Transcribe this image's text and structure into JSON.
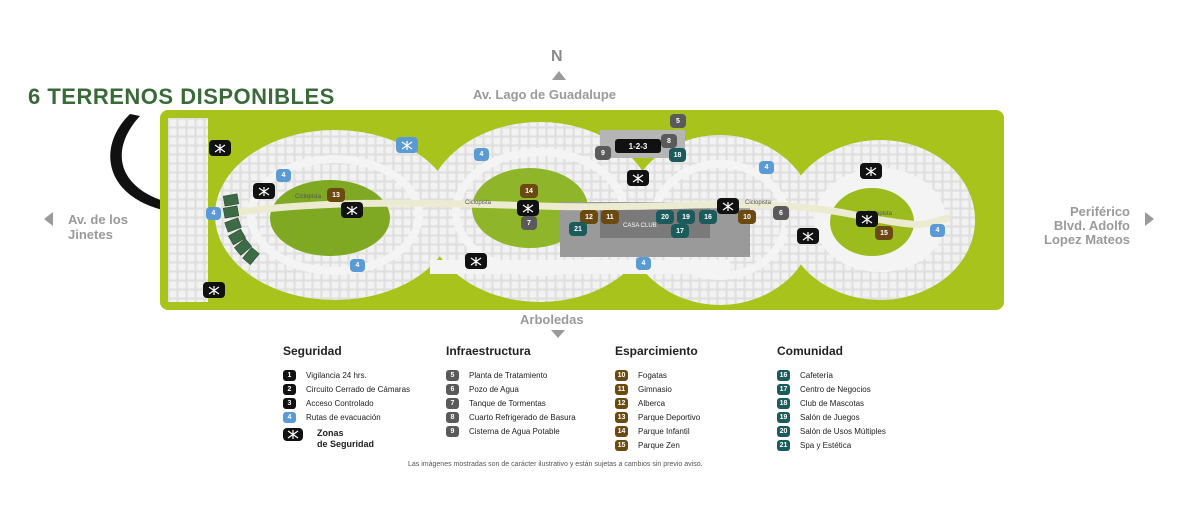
{
  "headline": "6 TERRENOS DISPONIBLES",
  "north": "N",
  "roads": {
    "top": "Av. Lago de Guadalupe",
    "bottom": "Arboledas",
    "left": [
      "Av. de los",
      "Jinetes"
    ],
    "right": [
      "Periférico",
      "Blvd. Adolfo",
      "Lopez Mateos"
    ]
  },
  "map": {
    "clubhouse_label": "CASA CLUB",
    "ciclopista_label": "Ciclopista",
    "gate_label": "1-2-3",
    "markers": [
      {
        "n": "5",
        "kind": "infra"
      },
      {
        "n": "9",
        "kind": "infra"
      },
      {
        "n": "8",
        "kind": "infra"
      },
      {
        "n": "18",
        "kind": "comunidad"
      },
      {
        "n": "13",
        "kind": "esparcimiento"
      },
      {
        "n": "14",
        "kind": "esparcimiento"
      },
      {
        "n": "7",
        "kind": "infra"
      },
      {
        "n": "12",
        "kind": "esparcimiento"
      },
      {
        "n": "11",
        "kind": "esparcimiento"
      },
      {
        "n": "21",
        "kind": "comunidad"
      },
      {
        "n": "20",
        "kind": "comunidad"
      },
      {
        "n": "19",
        "kind": "comunidad"
      },
      {
        "n": "16",
        "kind": "comunidad"
      },
      {
        "n": "17",
        "kind": "comunidad"
      },
      {
        "n": "10",
        "kind": "esparcimiento"
      },
      {
        "n": "6",
        "kind": "infra"
      },
      {
        "n": "15",
        "kind": "esparcimiento"
      },
      {
        "n": "4",
        "kind": "ruta"
      }
    ]
  },
  "colors": {
    "map_green": "#a8c41c",
    "lot_gray": "#dcdcdc",
    "road_white": "#f4f4f4",
    "seguridad": "#111111",
    "ruta": "#5b9bd5",
    "infra": "#5a5a5a",
    "esparcimiento": "#6b4a12",
    "comunidad": "#1c5b5b",
    "headline": "#3a6a3a",
    "available_lots": "#3d6b45"
  },
  "legend": [
    {
      "title": "Seguridad",
      "items": [
        {
          "n": "1",
          "label": "Vigilancia 24 hrs.",
          "kind": "seguridad"
        },
        {
          "n": "2",
          "label": "Circuito Cerrado de Cámaras",
          "kind": "seguridad"
        },
        {
          "n": "3",
          "label": "Acceso Controlado",
          "kind": "seguridad"
        },
        {
          "n": "4",
          "label": "Rutas de evacuación",
          "kind": "ruta"
        }
      ],
      "zone": [
        "Zonas",
        "de Seguridad"
      ]
    },
    {
      "title": "Infraestructura",
      "items": [
        {
          "n": "5",
          "label": "Planta de Tratamiento",
          "kind": "infra"
        },
        {
          "n": "6",
          "label": "Pozo de Agua",
          "kind": "infra"
        },
        {
          "n": "7",
          "label": "Tanque de Tormentas",
          "kind": "infra"
        },
        {
          "n": "8",
          "label": "Cuarto Refrigerado de Basura",
          "kind": "infra"
        },
        {
          "n": "9",
          "label": "Cisterna de Agua Potable",
          "kind": "infra"
        }
      ]
    },
    {
      "title": "Esparcimiento",
      "items": [
        {
          "n": "10",
          "label": "Fogatas",
          "kind": "esparcimiento"
        },
        {
          "n": "11",
          "label": "Gimnasio",
          "kind": "esparcimiento"
        },
        {
          "n": "12",
          "label": "Alberca",
          "kind": "esparcimiento"
        },
        {
          "n": "13",
          "label": "Parque Deportivo",
          "kind": "esparcimiento"
        },
        {
          "n": "14",
          "label": "Parque Infantil",
          "kind": "esparcimiento"
        },
        {
          "n": "15",
          "label": "Parque Zen",
          "kind": "esparcimiento"
        }
      ]
    },
    {
      "title": "Comunidad",
      "items": [
        {
          "n": "16",
          "label": "Cafetería",
          "kind": "comunidad"
        },
        {
          "n": "17",
          "label": "Centro de Negocios",
          "kind": "comunidad"
        },
        {
          "n": "18",
          "label": "Club de Mascotas",
          "kind": "comunidad"
        },
        {
          "n": "19",
          "label": "Salón de Juegos",
          "kind": "comunidad"
        },
        {
          "n": "20",
          "label": "Salón de Usos Múltiples",
          "kind": "comunidad"
        },
        {
          "n": "21",
          "label": "Spa y Estética",
          "kind": "comunidad"
        }
      ]
    }
  ],
  "disclaimer": "Las imágenes mostradas son de carácter ilustrativo y están sujetas a cambios sin previo aviso."
}
